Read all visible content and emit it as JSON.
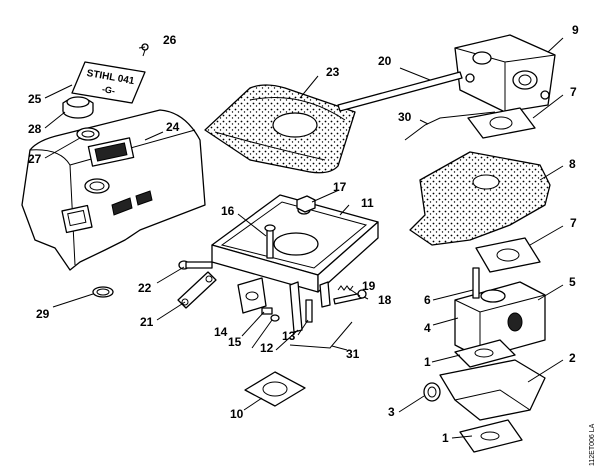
{
  "figure_code": "112ET006 LA",
  "plate_text": {
    "line1": "STIHL 041",
    "line2": "-G-"
  },
  "callouts": {
    "c1a": "1",
    "c1b": "1",
    "c2": "2",
    "c3": "3",
    "c4": "4",
    "c5": "5",
    "c6": "6",
    "c7a": "7",
    "c7b": "7",
    "c8": "8",
    "c9": "9",
    "c10": "10",
    "c11": "11",
    "c12": "12",
    "c13": "13",
    "c14": "14",
    "c15": "15",
    "c16": "16",
    "c17": "17",
    "c18": "18",
    "c19": "19",
    "c20": "20",
    "c21": "21",
    "c22": "22",
    "c23": "23",
    "c24": "24",
    "c25": "25",
    "c26": "26",
    "c27": "27",
    "c28": "28",
    "c29": "29",
    "c30": "30",
    "c31": "31"
  }
}
